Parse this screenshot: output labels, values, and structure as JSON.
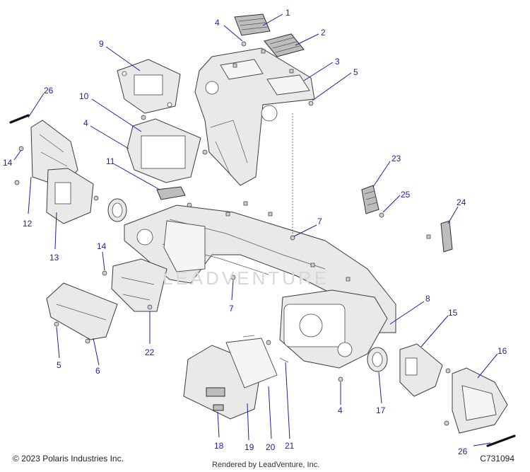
{
  "footer": {
    "copyright": "© 2023 Polaris Industries Inc.",
    "rendered_by": "Rendered by LeadVenture, Inc.",
    "diagram_code": "C731094"
  },
  "watermark": "LEADVENTURE",
  "callouts": [
    {
      "id": "c1",
      "label": "1"
    },
    {
      "id": "c2",
      "label": "2"
    },
    {
      "id": "c3",
      "label": "3"
    },
    {
      "id": "c4a",
      "label": "4"
    },
    {
      "id": "c5a",
      "label": "5"
    },
    {
      "id": "c9",
      "label": "9"
    },
    {
      "id": "c26a",
      "label": "26"
    },
    {
      "id": "c10",
      "label": "10"
    },
    {
      "id": "c4b",
      "label": "4"
    },
    {
      "id": "c14a",
      "label": "14"
    },
    {
      "id": "c11",
      "label": "11"
    },
    {
      "id": "c23",
      "label": "23"
    },
    {
      "id": "c25",
      "label": "25"
    },
    {
      "id": "c24",
      "label": "24"
    },
    {
      "id": "c12",
      "label": "12"
    },
    {
      "id": "c13",
      "label": "13"
    },
    {
      "id": "c7a",
      "label": "7"
    },
    {
      "id": "c14b",
      "label": "14"
    },
    {
      "id": "c7b",
      "label": "7"
    },
    {
      "id": "c8",
      "label": "8"
    },
    {
      "id": "c15",
      "label": "15"
    },
    {
      "id": "c16",
      "label": "16"
    },
    {
      "id": "c22",
      "label": "22"
    },
    {
      "id": "c5b",
      "label": "5"
    },
    {
      "id": "c6",
      "label": "6"
    },
    {
      "id": "c4c",
      "label": "4"
    },
    {
      "id": "c17",
      "label": "17"
    },
    {
      "id": "c18",
      "label": "18"
    },
    {
      "id": "c19",
      "label": "19"
    },
    {
      "id": "c20",
      "label": "20"
    },
    {
      "id": "c21",
      "label": "21"
    },
    {
      "id": "c26b",
      "label": "26"
    }
  ]
}
